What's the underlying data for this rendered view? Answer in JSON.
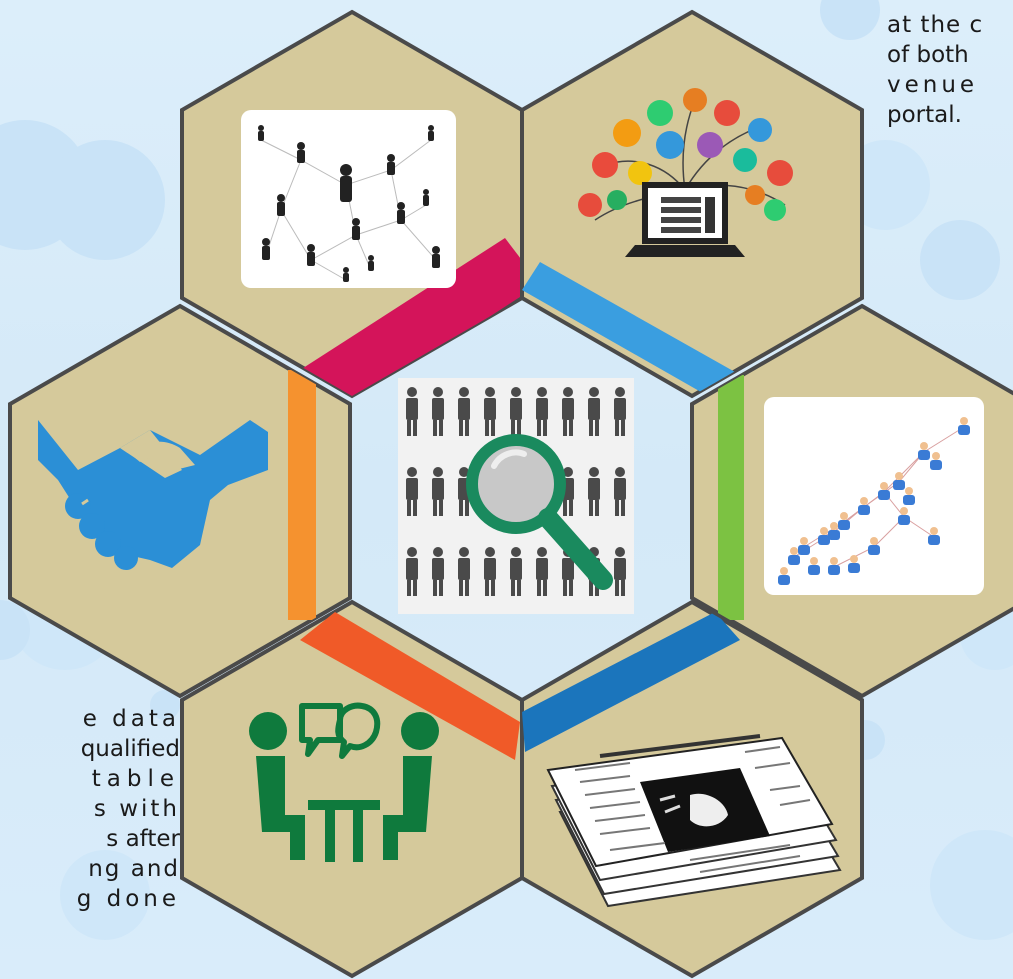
{
  "colors": {
    "hex_fill": "#d5c99b",
    "hex_stroke": "#4a4a4a",
    "stripe_crimson": "#d4145a",
    "stripe_blue": "#3a9ee0",
    "stripe_orange": "#f5922f",
    "stripe_green": "#7cc242",
    "stripe_red_orange": "#f05a28",
    "stripe_royal": "#1b75bc",
    "icon_blue": "#2b8fd6",
    "icon_green": "#0f7a3d",
    "magnifier_teal": "#1a8a5e"
  },
  "icons": {
    "top_left": "people-network-icon",
    "top_right": "laptop-apps-icon",
    "middle_left": "handshake-icon",
    "center": "people-magnifier-icon",
    "middle_right": "org-chart-people-icon",
    "bottom_left": "interview-people-icon",
    "bottom_right": "newspaper-stack-icon"
  },
  "right_text": {
    "line1": "at the c",
    "line2": "of both",
    "line3": "venue",
    "line4": "portal."
  },
  "left_text": {
    "line1": "e data",
    "line2": "qualified",
    "line3": "table",
    "line4": "s with",
    "line5": "s after",
    "line6": "ng and",
    "line7": "g done"
  }
}
